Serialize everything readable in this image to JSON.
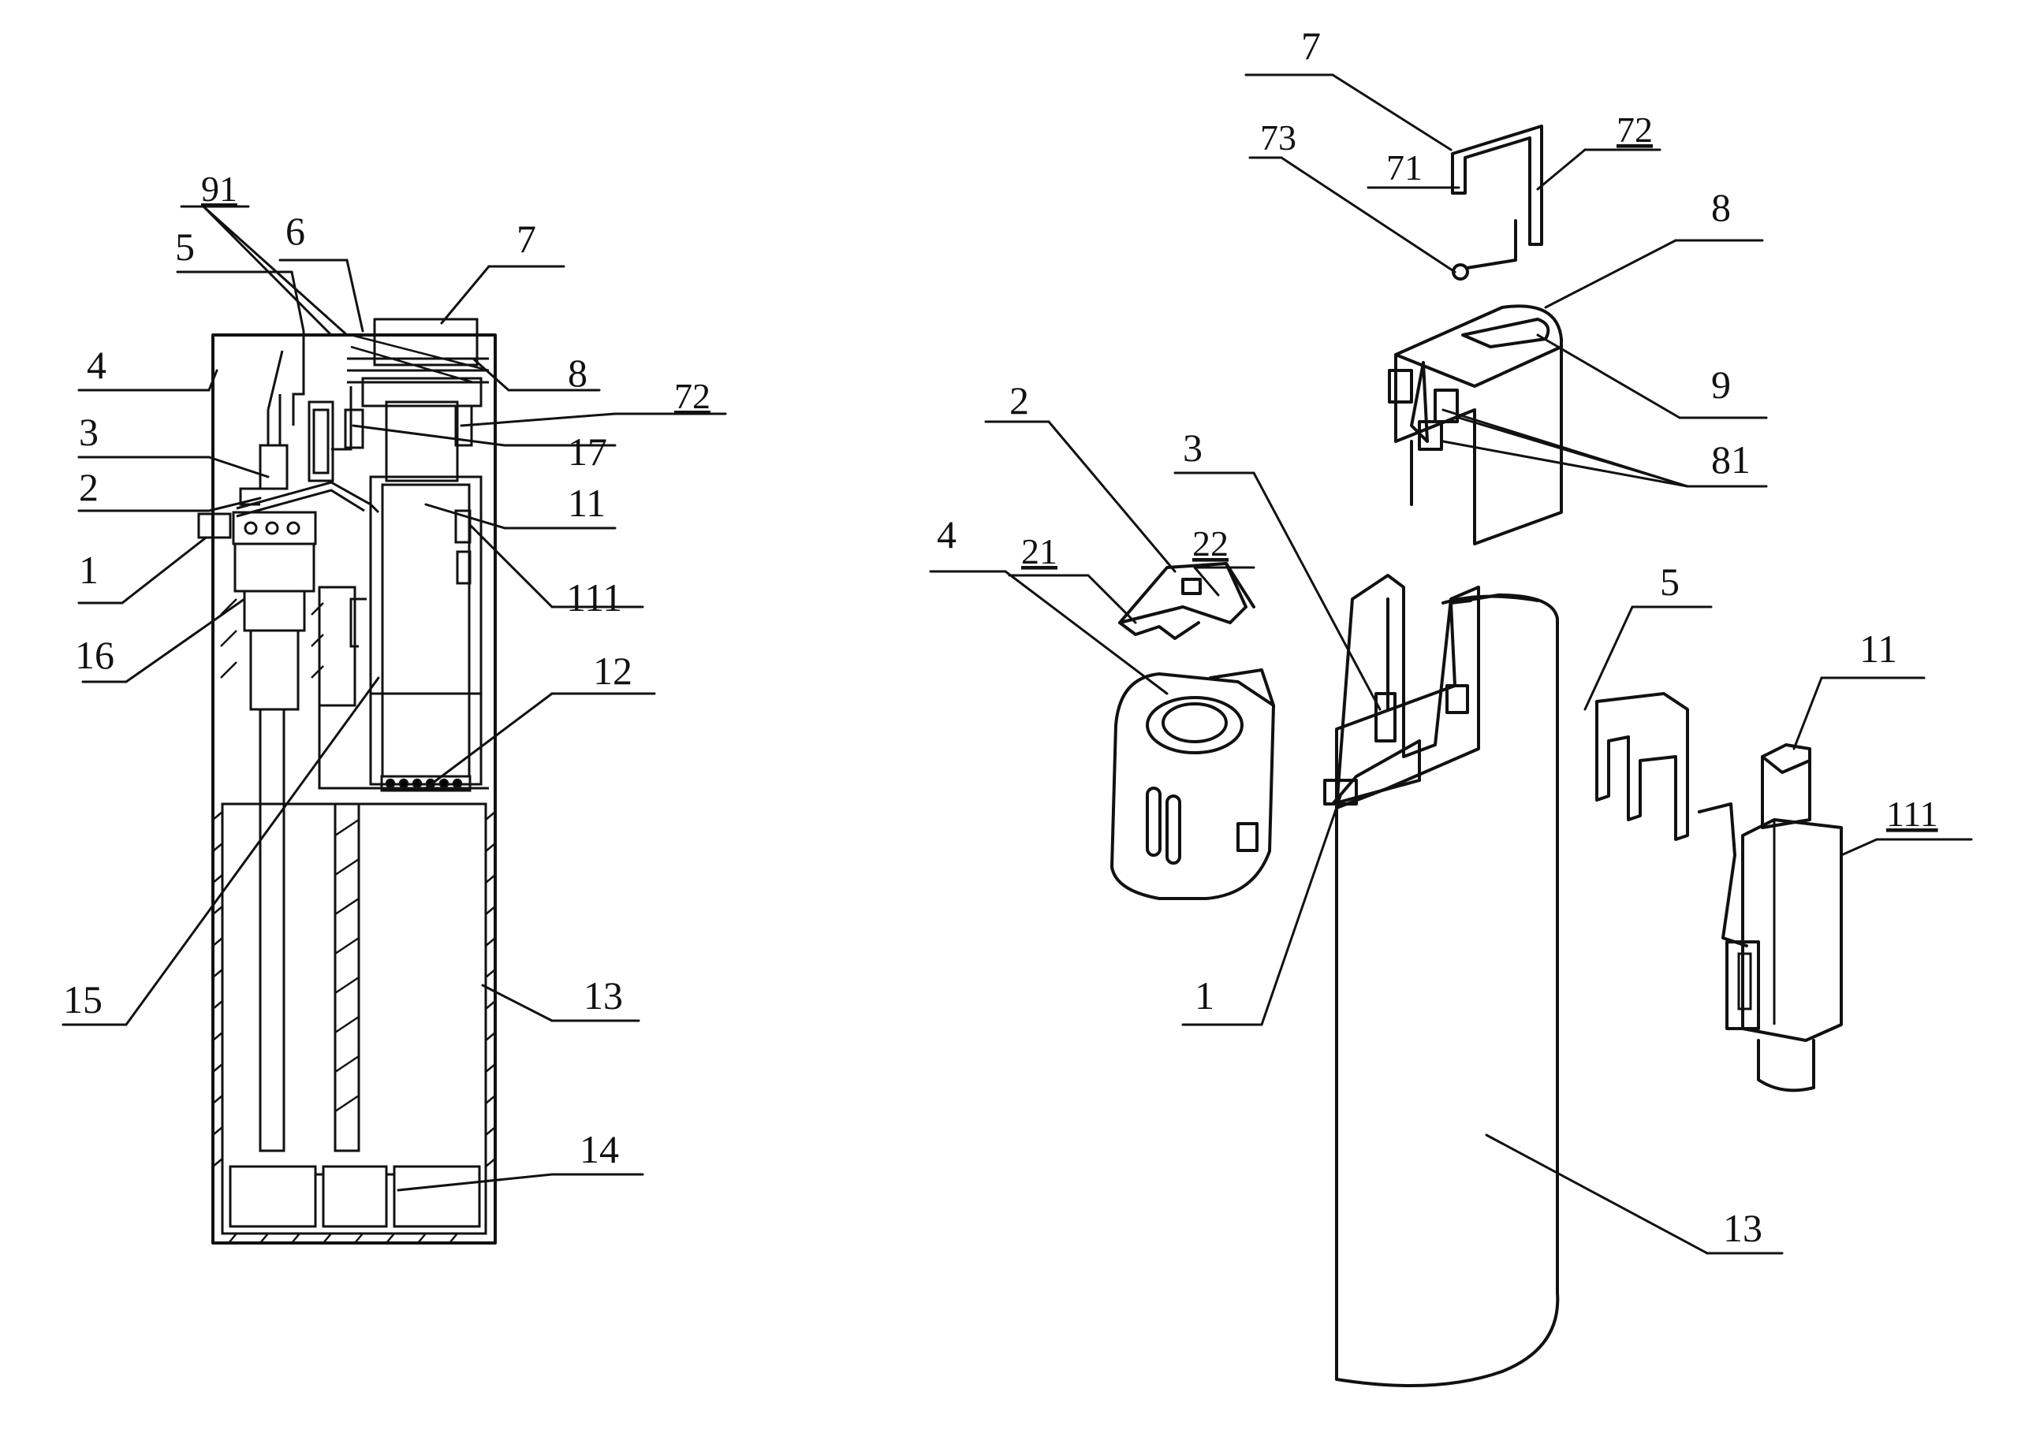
{
  "left_view": {
    "labels": [
      {
        "id": "91",
        "text": "91"
      },
      {
        "id": "5",
        "text": "5"
      },
      {
        "id": "6",
        "text": "6"
      },
      {
        "id": "7",
        "text": "7"
      },
      {
        "id": "4",
        "text": "4"
      },
      {
        "id": "8",
        "text": "8"
      },
      {
        "id": "72",
        "text": "72"
      },
      {
        "id": "3",
        "text": "3"
      },
      {
        "id": "17",
        "text": "17"
      },
      {
        "id": "2",
        "text": "2"
      },
      {
        "id": "11",
        "text": "11"
      },
      {
        "id": "1",
        "text": "1"
      },
      {
        "id": "111",
        "text": "111"
      },
      {
        "id": "16",
        "text": "16"
      },
      {
        "id": "12",
        "text": "12"
      },
      {
        "id": "15",
        "text": "15"
      },
      {
        "id": "13",
        "text": "13"
      },
      {
        "id": "14",
        "text": "14"
      }
    ]
  },
  "right_view": {
    "labels": [
      {
        "id": "7",
        "text": "7"
      },
      {
        "id": "72",
        "text": "72"
      },
      {
        "id": "73",
        "text": "73"
      },
      {
        "id": "71",
        "text": "71"
      },
      {
        "id": "8",
        "text": "8"
      },
      {
        "id": "9",
        "text": "9"
      },
      {
        "id": "81",
        "text": "81"
      },
      {
        "id": "2",
        "text": "2"
      },
      {
        "id": "3",
        "text": "3"
      },
      {
        "id": "22",
        "text": "22"
      },
      {
        "id": "21",
        "text": "21"
      },
      {
        "id": "4",
        "text": "4"
      },
      {
        "id": "5",
        "text": "5"
      },
      {
        "id": "11",
        "text": "11"
      },
      {
        "id": "111",
        "text": "111"
      },
      {
        "id": "1",
        "text": "1"
      },
      {
        "id": "13",
        "text": "13"
      }
    ]
  }
}
